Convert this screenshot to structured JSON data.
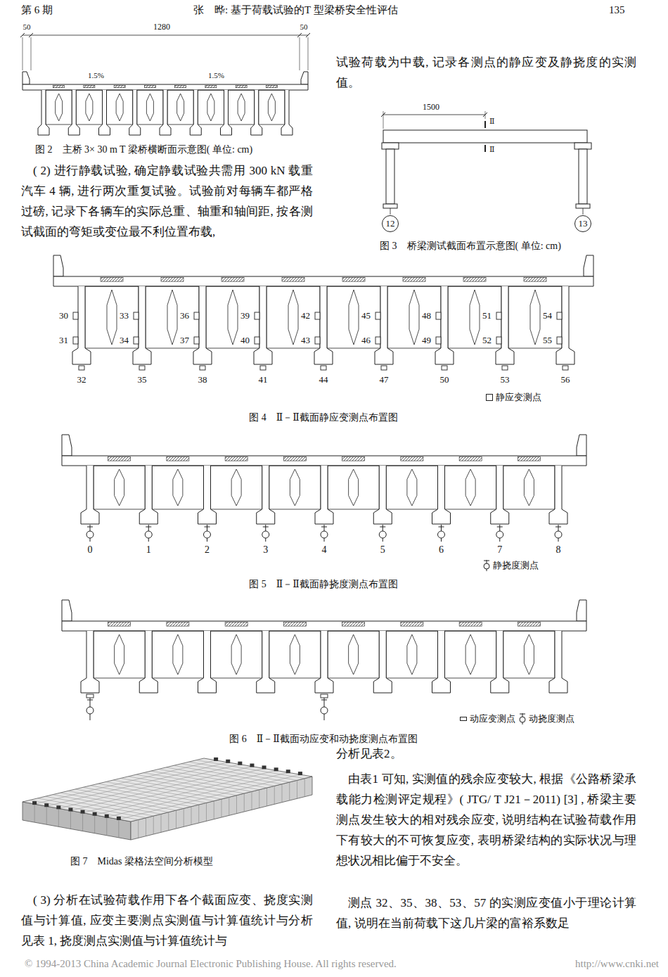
{
  "diagram": {
    "nodes": [
      {
        "text": [
          "12"
        ]
      },
      {
        "text": [
          "13"
        ]
      }
    ],
    "labels": [
      "第 6 期",
      "张　晔: 基于荷载试验的T 型梁桥安全性评估",
      "135",
      "50",
      "1280",
      "50",
      "1.5%",
      "1.5%",
      "图 2　主桥 3× 30 m T 梁桥横断面示意图( 单位: cm)",
      "( 2) 进行静载试验, 确定静载试验共需用 300 kN 载重汽车 4 辆, 进行两次重复试验。试验前对每辆车都严格过磅, 记录下各辆车的实际总重、轴重和轴间距, 按各测试截面的弯矩或变位最不利位置布载,",
      "试验荷载为中载, 记录各测点的静应变及静挠度的实测值。",
      "1500",
      "Ⅱ",
      "Ⅱ",
      "图 3　桥梁测试截面布置示意图( 单位: cm)",
      "30",
      "33",
      "36",
      "39",
      "42",
      "45",
      "48",
      "51",
      "54",
      "31",
      "34",
      "37",
      "40",
      "43",
      "46",
      "49",
      "52",
      "55",
      "32",
      "35",
      "38",
      "41",
      "44",
      "47",
      "50",
      "53",
      "56",
      "图 4　Ⅱ－Ⅱ截面静应变测点布置图",
      "0",
      "1",
      "2",
      "3",
      "4",
      "5",
      "6",
      "7",
      "8",
      "图 5　Ⅱ－Ⅱ截面静挠度测点布置图",
      "图 6　Ⅱ－Ⅱ截面动应变和动挠度测点布置图",
      "图 7　Midas 梁格法空间分析模型",
      "( 3) 分析在试验荷载作用下各个截面应变、挠度实测值与计算值, 应变主要测点实测值与计算值统计与分析见表 1, 挠度测点实测值与计算值统计与",
      "分析见表2。",
      "由表1 可知, 实测值的残余应变较大, 根据《公路桥梁承载能力检测评定规程》( JTG/ T J21－2011) [3] , 桥梁主要测点发生较大的相对残余应变, 说明结构在试验荷载作用下有较大的不可恢复应变, 表明桥梁结构的实际状况与理想状况相比偏于不安全。",
      "测点 32、35、38、53、57 的实测应变值小于理论计算值, 说明在当前荷载下这几片梁的富裕系数足",
      "© 1994-2013 China Academic Journal Electronic Publishing House. All rights reserved.",
      "http://www.cnki.net"
    ],
    "legend": [
      {
        "text": "静应变测点"
      },
      {
        "text": "静挠度测点"
      },
      {
        "text": "动应变测点"
      },
      {
        "text": "动挠度测点"
      }
    ]
  }
}
